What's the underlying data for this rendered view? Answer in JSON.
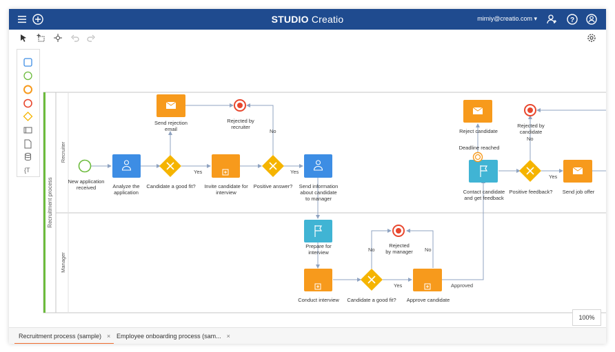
{
  "app": {
    "title_bold": "STUDIO",
    "title_rest": " Creatio",
    "user_email": "mirniy@creatio.com",
    "email_caret": "▾"
  },
  "icons": [
    "menu-icon",
    "add-icon",
    "add-user-icon",
    "help-icon",
    "profile-icon",
    "pointer-icon",
    "add-element-icon",
    "connect-icon",
    "undo-icon",
    "redo-icon",
    "settings-icon"
  ],
  "colors": {
    "topbar": "#1f4b8f",
    "task_blue": "#3d8de4",
    "task_teal": "#40b4d4",
    "gateway": "#f5b400",
    "subprocess": "#f79a1c",
    "end_red": "#e8472e",
    "accent_tab": "#f06b2d",
    "lane_border": "#6cbb3c"
  },
  "diagram": {
    "pool_label": "Recruitment process",
    "lanes": [
      "Recruiter",
      "Manager"
    ],
    "nodes": {
      "start": "New application received",
      "analyze": "Analyze the application",
      "gw1": "Candidate a good fit?",
      "reject_email": "Send rejection email",
      "rejected_recruiter": "Rejected by recruiter",
      "invite": "Invite candidate for interview",
      "gw2": "Positive answer?",
      "send_info": "Send information about candidate to manager",
      "prepare": "Prepare for interview",
      "conduct": "Conduct interview",
      "gw3": "Candidate a good fit?",
      "rejected_manager": "Rejected by manager",
      "approve": "Approve candidate",
      "reject_candidate": "Reject candidate",
      "deadline": "Deadline reached",
      "rejected_candidate": "Rejected by candidate",
      "contact": "Contact candidate and get feedback",
      "gw4": "Positive feedback?",
      "send_offer": "Send job offer"
    },
    "flow_labels": {
      "yes": "Yes",
      "no": "No",
      "approved": "Approved"
    }
  },
  "zoom": "100%",
  "tabs": [
    {
      "label": "Recruitment process (sample)",
      "close": "×"
    },
    {
      "label": "Employee onboarding process (sam...",
      "close": "×"
    }
  ]
}
